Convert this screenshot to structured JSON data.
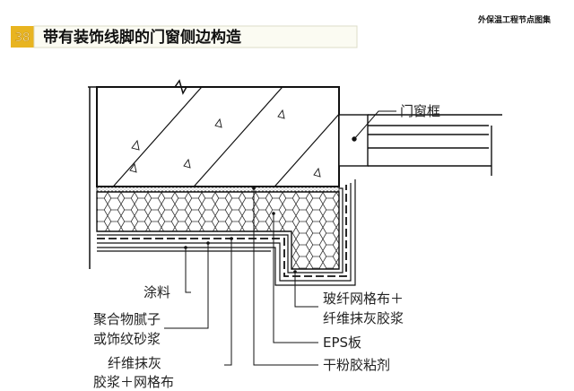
{
  "header": {
    "series_title": "外保温工程节点图集"
  },
  "title": {
    "number": "38",
    "text": "带有装饰线脚的门窗侧边构造"
  },
  "labels": {
    "door_frame": "门窗框",
    "paint": "涂料",
    "putty_line1": "聚合物腻子",
    "putty_line2": "或饰纹砂浆",
    "mortar_line1": "纤维抹灰",
    "mortar_line2": "胶浆＋网格布",
    "mesh_line1": "玻纤网格布＋",
    "mesh_line2": "纤维抹灰胶浆",
    "eps": "EPS板",
    "adhesive": "干粉胶粘剂"
  },
  "colors": {
    "accent": "#e8b420",
    "title_bg": "#fbfbf2",
    "line": "#111111"
  }
}
